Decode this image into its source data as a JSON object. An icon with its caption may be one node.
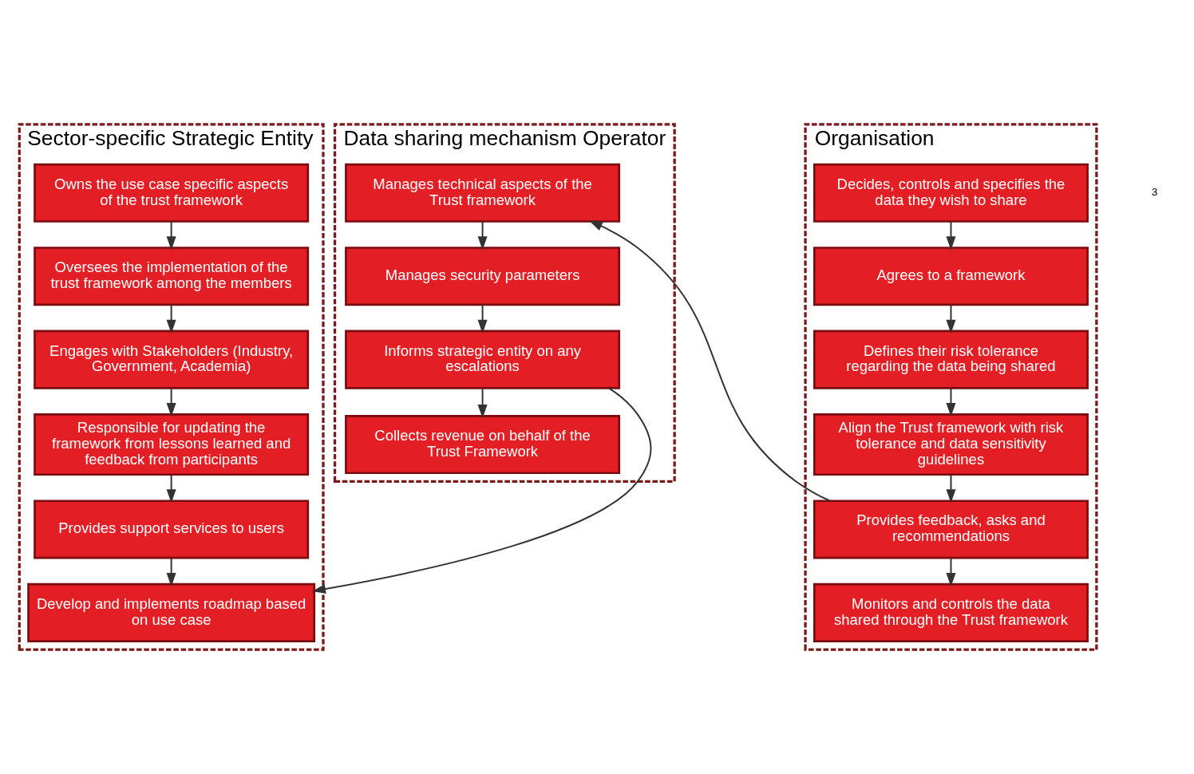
{
  "diagram": {
    "nodes": [
      {
        "text": [
          "Sector-specific Strategic Entity"
        ]
      },
      {
        "text": [
          "Owns the use case specific aspects of the trust framework"
        ],
        "in": 0
      },
      {
        "text": [
          "Oversees the implementation of the trust framework among the members"
        ],
        "in": 0
      },
      {
        "text": [
          "Engages with Stakeholders (Industry, Government, Academia)"
        ],
        "in": 0
      },
      {
        "text": [
          "Responsible for updating the framework from lessons learned and feedback from participants"
        ],
        "in": 0
      },
      {
        "text": [
          "Provides support services to users"
        ],
        "in": 0
      },
      {
        "text": [
          "Develop and implements roadmap based on use case"
        ],
        "in": 0
      },
      {
        "text": [
          "Organisation"
        ]
      },
      {
        "text": [
          "Decides, controls and specifies the data they wish to share"
        ],
        "in": 7
      },
      {
        "text": [
          "Agrees to a framework"
        ],
        "in": 7
      },
      {
        "text": [
          "Defines their risk tolerance regarding the data being shared"
        ],
        "in": 7
      },
      {
        "text": [
          "Align the Trust framework with risk tolerance and data sensitivity guidelines"
        ],
        "in": 7
      },
      {
        "text": [
          "Provides feedback, asks and recommendations"
        ],
        "in": 7
      },
      {
        "text": [
          "Monitors and controls the data shared through the Trust framework"
        ],
        "in": 7
      },
      {
        "text": [
          "Data sharing mechanism Operator"
        ]
      },
      {
        "text": [
          "Manages technical aspects of the Trust framework"
        ],
        "in": 14
      },
      {
        "text": [
          "Manages security parameters"
        ],
        "in": 14
      },
      {
        "text": [
          "Informs strategic entity on any escalations"
        ],
        "in": 14
      },
      {
        "text": [
          "Collects revenue on behalf of the Trust Framework"
        ],
        "in": 14
      }
    ],
    "edges": [
      {
        "from": 1,
        "to": 2,
        "arrow": "to"
      },
      {
        "from": 2,
        "to": 3,
        "arrow": "to"
      },
      {
        "from": 3,
        "to": 4,
        "arrow": "to"
      },
      {
        "from": 4,
        "to": 5,
        "arrow": "to"
      },
      {
        "from": 5,
        "to": 6,
        "arrow": "to"
      },
      {
        "from": 8,
        "to": 9,
        "arrow": "to"
      },
      {
        "from": 9,
        "to": 10,
        "arrow": "to"
      },
      {
        "from": 10,
        "to": 11,
        "arrow": "to"
      },
      {
        "from": 11,
        "to": 12,
        "arrow": "to"
      },
      {
        "from": 12,
        "to": 13,
        "arrow": "to"
      },
      {
        "from": 12,
        "to": 15,
        "arrow": "to"
      },
      {
        "from": 15,
        "to": 16,
        "arrow": "to"
      },
      {
        "from": 16,
        "to": 17,
        "arrow": "to"
      },
      {
        "from": 17,
        "to": 18,
        "arrow": "to"
      },
      {
        "from": 17,
        "to": 6,
        "arrow": "to"
      }
    ],
    "labels": [
      "3"
    ]
  }
}
